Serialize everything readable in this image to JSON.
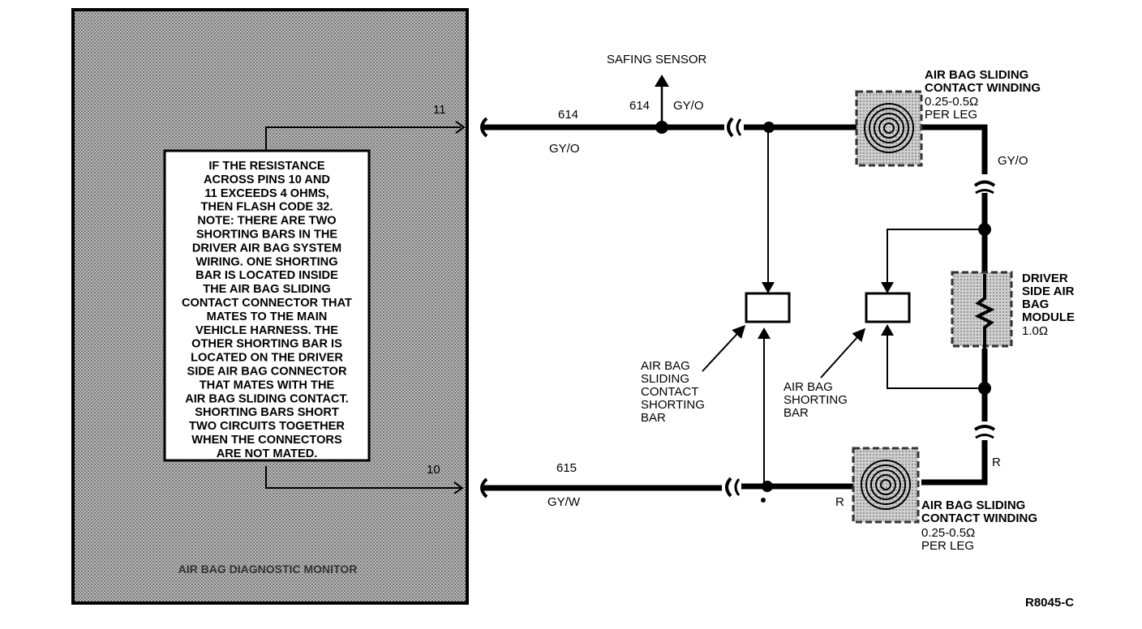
{
  "monitor": {
    "title": "AIR BAG DIAGNOSTIC MONITOR",
    "pin_top": "11",
    "pin_bottom": "10",
    "note_lines": [
      "IF THE RESISTANCE",
      "ACROSS PINS 10 AND",
      "11 EXCEEDS 4 OHMS,",
      "THEN FLASH CODE 32.",
      "NOTE: THERE ARE TWO",
      "SHORTING BARS IN THE",
      "DRIVER AIR BAG SYSTEM",
      "WIRING. ONE SHORTING",
      "BAR IS LOCATED INSIDE",
      "THE AIR BAG SLIDING",
      "CONTACT CONNECTOR THAT",
      "MATES TO THE MAIN",
      "VEHICLE HARNESS. THE",
      "OTHER SHORTING BAR IS",
      "LOCATED ON THE DRIVER",
      "SIDE AIR BAG CONNECTOR",
      "THAT MATES WITH THE",
      "AIR BAG SLIDING CONTACT.",
      "SHORTING BARS SHORT",
      "TWO CIRCUITS TOGETHER",
      "WHEN THE CONNECTORS",
      "ARE NOT MATED."
    ]
  },
  "wires": {
    "top_circuit": "614",
    "top_color": "GY/O",
    "safing_circuit": "614",
    "safing_color": "GY/O",
    "bottom_circuit": "615",
    "bottom_color": "GY/W",
    "right_top_color": "GY/O",
    "right_bottom_color": "R",
    "winding_bottom_color": "R"
  },
  "safing_sensor": "SAFING SENSOR",
  "winding_top": {
    "title_lines": [
      "AIR BAG SLIDING",
      "CONTACT WINDING"
    ],
    "spec_lines": [
      "0.25-0.5Ω",
      "PER LEG"
    ]
  },
  "winding_bottom": {
    "title_lines": [
      "AIR BAG SLIDING",
      "CONTACT WINDING"
    ],
    "spec_lines": [
      "0.25-0.5Ω",
      "PER LEG"
    ]
  },
  "module": {
    "title_lines": [
      "DRIVER",
      "SIDE AIR",
      "BAG",
      "MODULE"
    ],
    "spec": "1.0Ω"
  },
  "contact_shorting_bar_lines": [
    "AIR BAG",
    "SLIDING",
    "CONTACT",
    "SHORTING",
    "BAR"
  ],
  "shorting_bar_lines": [
    "AIR BAG",
    "SHORTING",
    "BAR"
  ],
  "figure_id": "R8045-C",
  "colors": {
    "ink": "#000000",
    "hatch": "#9a9a9a",
    "note_bg": "#ffffff"
  }
}
